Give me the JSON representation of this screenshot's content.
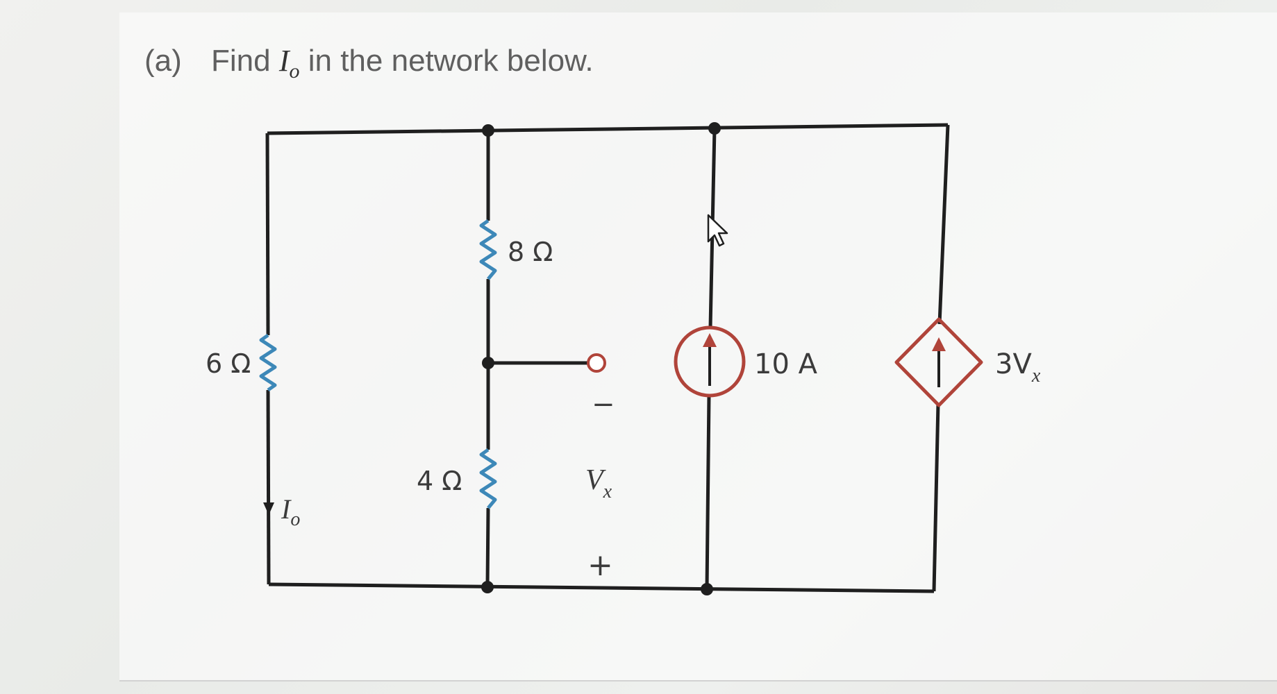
{
  "question": {
    "label": "(a)",
    "text_before": "Find",
    "var_main": "I",
    "var_sub": "o",
    "text_after": "in the network below."
  },
  "circuit": {
    "r6_label": "6 Ω",
    "r8_label": "8 Ω",
    "r4_label": "4 Ω",
    "current_label_main": "I",
    "current_label_sub": "o",
    "source_label": "10 A",
    "dep_source_label_main": "3V",
    "dep_source_label_sub": "x",
    "vx_label_main": "V",
    "vx_label_sub": "x",
    "vx_minus": "−",
    "vx_plus": "+"
  },
  "colors": {
    "wire": "#1f1f1f",
    "resistor": "#3d88b8",
    "source": "#b0443a"
  }
}
